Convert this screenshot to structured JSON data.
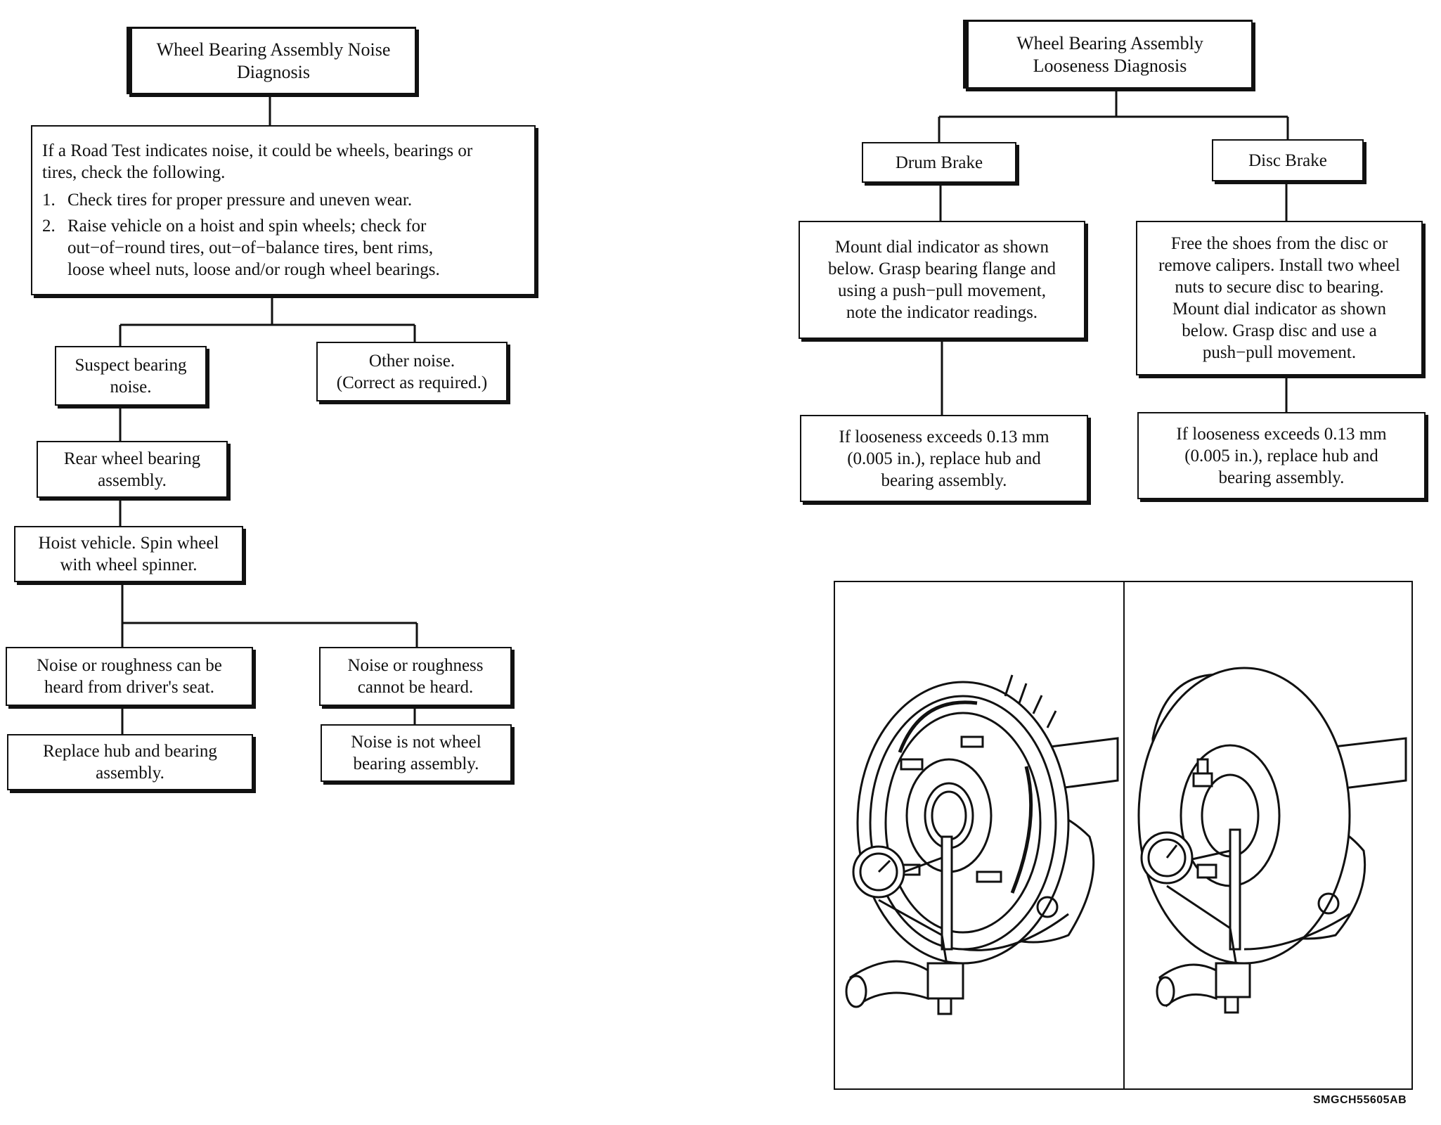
{
  "noise": {
    "title_line1": "Wheel Bearing Assembly Noise",
    "title_line2": "Diagnosis",
    "intro_line1": "If a Road Test indicates noise, it could be wheels, bearings or",
    "intro_line2": "tires, check the following.",
    "step1_num": "1.",
    "step1": "Check tires for proper pressure and uneven wear.",
    "step2_num": "2.",
    "step2_line1": "Raise vehicle on a hoist and spin wheels; check for",
    "step2_line2": "out−of−round tires, out−of−balance tires, bent rims,",
    "step2_line3": "loose wheel nuts, loose and/or rough wheel bearings.",
    "suspect_line1": "Suspect bearing",
    "suspect_line2": "noise.",
    "other_line1": "Other noise.",
    "other_line2": "(Correct as required.)",
    "rear_line1": "Rear wheel bearing",
    "rear_line2": "assembly.",
    "hoist_line1": "Hoist vehicle.  Spin wheel",
    "hoist_line2": "with wheel spinner.",
    "heard_line1": "Noise or roughness can be",
    "heard_line2": "heard from driver's seat.",
    "notheard_line1": "Noise or roughness",
    "notheard_line2": "cannot be heard.",
    "replace_line1": "Replace hub and bearing",
    "replace_line2": "assembly.",
    "notwheel_line1": "Noise is not wheel",
    "notwheel_line2": "bearing assembly."
  },
  "looseness": {
    "title_line1": "Wheel Bearing Assembly",
    "title_line2": "Looseness Diagnosis",
    "drum_label": "Drum Brake",
    "disc_label": "Disc Brake",
    "drum_step_line1": "Mount dial indicator as shown",
    "drum_step_line2": "below. Grasp bearing flange and",
    "drum_step_line3": "using a push−pull movement,",
    "drum_step_line4": "note the indicator readings.",
    "disc_step_line1": "Free the shoes from the disc or",
    "disc_step_line2": "remove calipers. Install two wheel",
    "disc_step_line3": "nuts to secure disc to bearing.",
    "disc_step_line4": "Mount dial indicator as shown",
    "disc_step_line5": "below. Grasp disc and use a",
    "disc_step_line6": "push−pull movement.",
    "drum_result_line1": "If looseness exceeds 0.13 mm",
    "drum_result_line2": "(0.005 in.), replace hub and",
    "drum_result_line3": "bearing assembly.",
    "disc_result_line1": "If looseness exceeds 0.13 mm",
    "disc_result_line2": "(0.005 in.), replace hub and",
    "disc_result_line3": "bearing assembly."
  },
  "figure": {
    "code": "SMGCH55605AB"
  }
}
